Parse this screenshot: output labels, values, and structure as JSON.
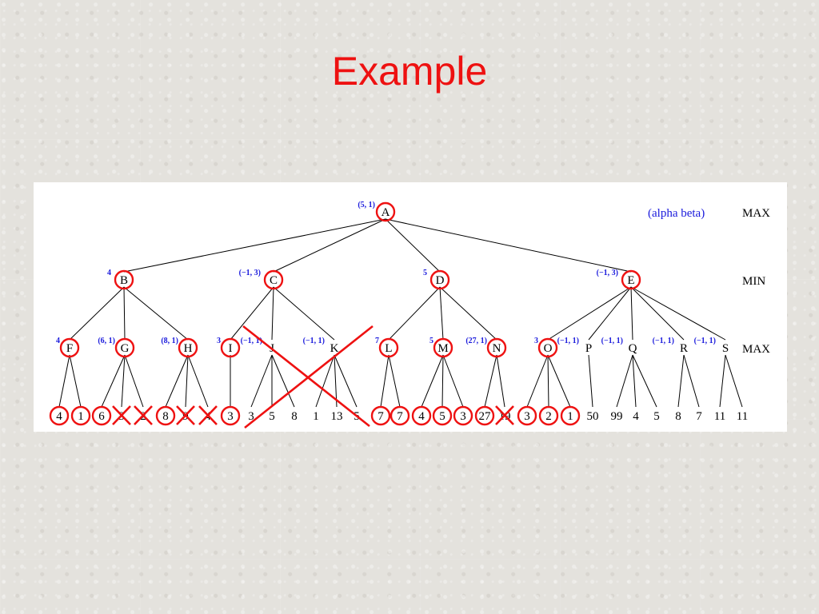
{
  "slide": {
    "title": "Example",
    "colors": {
      "title": "#ee1111",
      "annotation": "#1a1adc",
      "prune_mark": "#ee1111"
    }
  },
  "diagram": {
    "legend": "(alpha beta)",
    "levels": [
      "MAX",
      "MIN",
      "MAX"
    ],
    "root": {
      "label": "A",
      "ab": "(5, 1)",
      "circled": true
    },
    "min_nodes": [
      {
        "label": "B",
        "ab": "4",
        "circled": true
      },
      {
        "label": "C",
        "ab": "(−1, 3)",
        "circled": true
      },
      {
        "label": "D",
        "ab": "5",
        "circled": true
      },
      {
        "label": "E",
        "ab": "(−1, 3)",
        "circled": true
      }
    ],
    "max_nodes": [
      {
        "label": "F",
        "ab": "4",
        "circled": true
      },
      {
        "label": "G",
        "ab": "(6, 1)",
        "circled": true
      },
      {
        "label": "H",
        "ab": "(8, 1)",
        "circled": true
      },
      {
        "label": "I",
        "ab": "3",
        "circled": true
      },
      {
        "label": "J",
        "ab": "(−1, 1)",
        "circled": false
      },
      {
        "label": "K",
        "ab": "(−1, 1)",
        "circled": false
      },
      {
        "label": "L",
        "ab": "7",
        "circled": true
      },
      {
        "label": "M",
        "ab": "5",
        "circled": true
      },
      {
        "label": "N",
        "ab": "(27, 1)",
        "circled": true
      },
      {
        "label": "O",
        "ab": "3",
        "circled": true
      },
      {
        "label": "P",
        "ab": "(−1, 1)",
        "circled": false
      },
      {
        "label": "Q",
        "ab": "(−1, 1)",
        "circled": false
      },
      {
        "label": "R",
        "ab": "(−1, 1)",
        "circled": false
      },
      {
        "label": "S",
        "ab": "(−1, 1)",
        "circled": false
      }
    ],
    "leaves": [
      {
        "label": "4",
        "mark": "circle"
      },
      {
        "label": "1",
        "mark": "circle"
      },
      {
        "label": "6",
        "mark": "circle"
      },
      {
        "label": "3",
        "mark": "x"
      },
      {
        "label": "2",
        "mark": "x"
      },
      {
        "label": "8",
        "mark": "circle"
      },
      {
        "label": "9",
        "mark": "x"
      },
      {
        "label": "4",
        "mark": "x"
      },
      {
        "label": "3",
        "mark": "circle"
      },
      {
        "label": "3",
        "mark": "none"
      },
      {
        "label": "5",
        "mark": "none"
      },
      {
        "label": "8",
        "mark": "none"
      },
      {
        "label": "1",
        "mark": "none"
      },
      {
        "label": "13",
        "mark": "none"
      },
      {
        "label": "5",
        "mark": "none"
      },
      {
        "label": "7",
        "mark": "circle"
      },
      {
        "label": "7",
        "mark": "circle"
      },
      {
        "label": "4",
        "mark": "circle"
      },
      {
        "label": "5",
        "mark": "circle"
      },
      {
        "label": "3",
        "mark": "circle"
      },
      {
        "label": "27",
        "mark": "circle"
      },
      {
        "label": "19",
        "mark": "x"
      },
      {
        "label": "3",
        "mark": "circle"
      },
      {
        "label": "2",
        "mark": "circle"
      },
      {
        "label": "1",
        "mark": "circle"
      },
      {
        "label": "50",
        "mark": "none"
      },
      {
        "label": "99",
        "mark": "none"
      },
      {
        "label": "4",
        "mark": "none"
      },
      {
        "label": "5",
        "mark": "none"
      },
      {
        "label": "8",
        "mark": "none"
      },
      {
        "label": "7",
        "mark": "none"
      },
      {
        "label": "11",
        "mark": "none"
      },
      {
        "label": "11",
        "mark": "none"
      }
    ],
    "edges": {
      "root_to_min": [
        "B",
        "C",
        "D",
        "E"
      ],
      "min_to_max": {
        "B": [
          "F",
          "G",
          "H"
        ],
        "C": [
          "I",
          "J",
          "K"
        ],
        "D": [
          "L",
          "M",
          "N"
        ],
        "E": [
          "O",
          "P",
          "Q",
          "R",
          "S"
        ]
      },
      "max_to_leaves": {
        "F": [
          0,
          1
        ],
        "G": [
          2,
          3,
          4
        ],
        "H": [
          5,
          6,
          7
        ],
        "I": [
          8
        ],
        "J": [
          9,
          10,
          11
        ],
        "K": [
          12,
          13,
          14
        ],
        "L": [
          15,
          16
        ],
        "M": [
          17,
          18,
          19
        ],
        "N": [
          20,
          21
        ],
        "O": [
          22,
          23,
          24
        ],
        "P": [
          25
        ],
        "Q": [
          26,
          27,
          28
        ],
        "R": [
          29,
          30
        ],
        "S": [
          31,
          32
        ]
      }
    },
    "pruned_subtrees": [
      [
        "J",
        "K"
      ]
    ]
  }
}
